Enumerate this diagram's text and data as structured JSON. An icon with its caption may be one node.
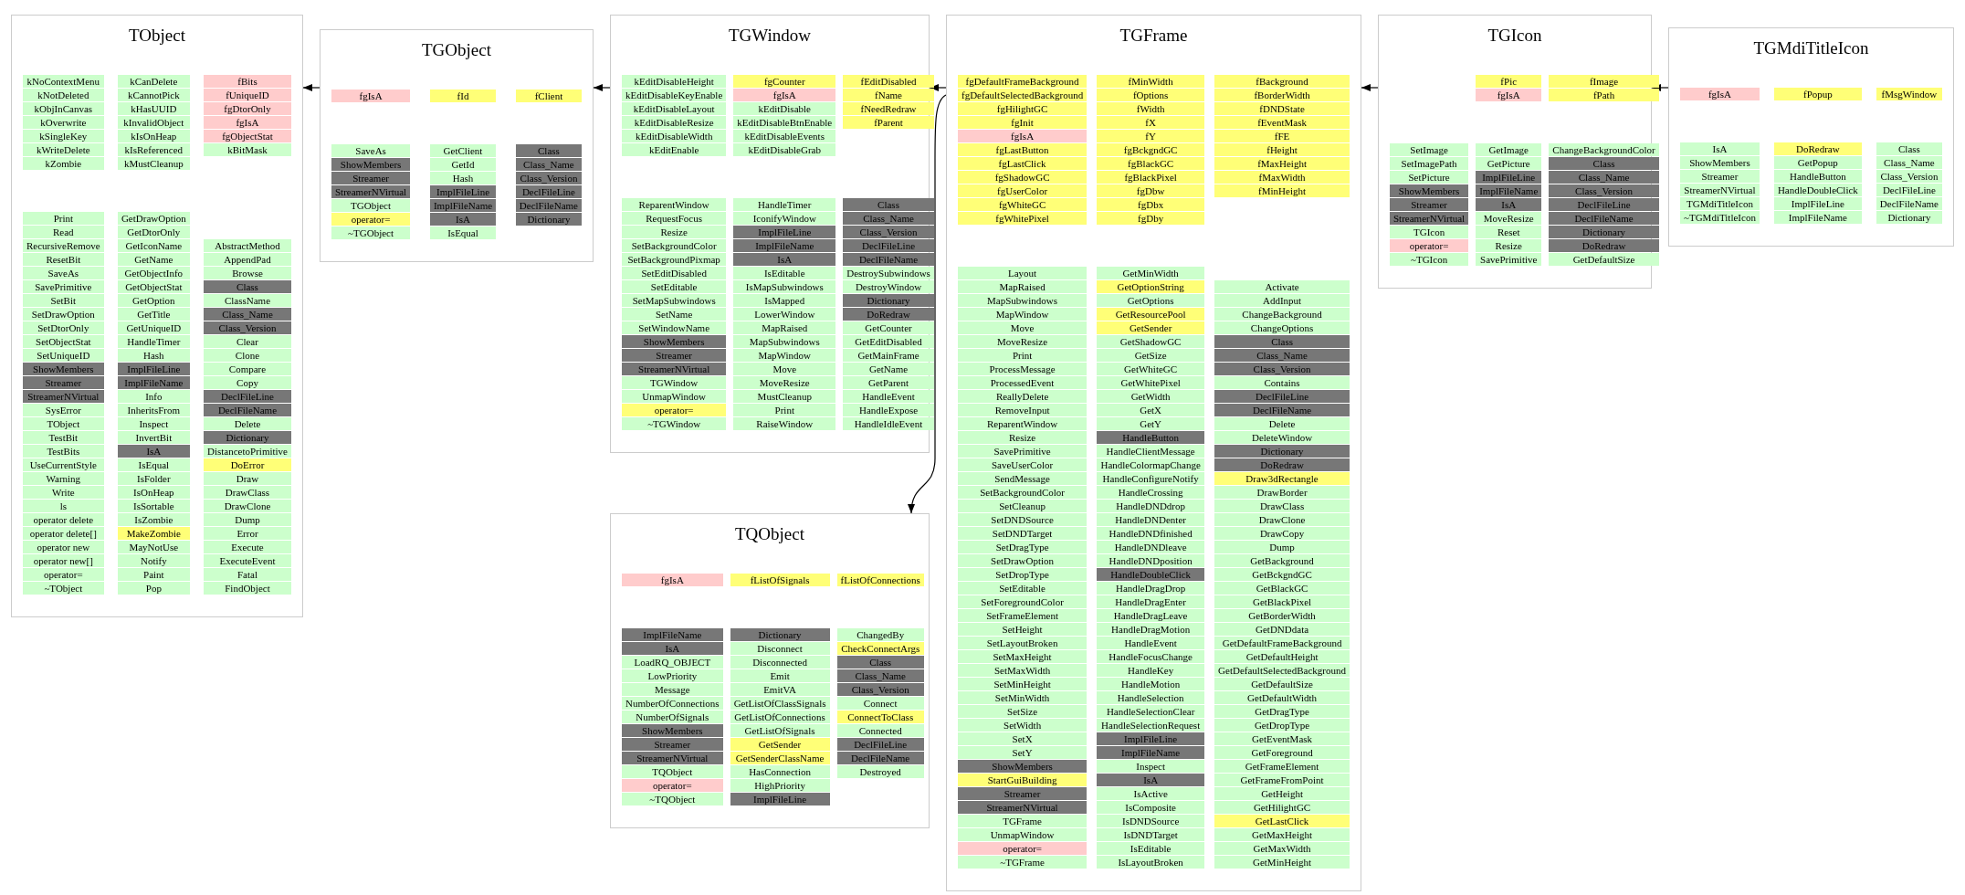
{
  "diagram": {
    "nodes": [
      {
        "text": [
          "TObject"
        ]
      },
      {
        "text": [
          "kNoContextMenu"
        ],
        "in": 0
      },
      {
        "text": [
          "kNotDeleted"
        ],
        "in": 0
      },
      {
        "text": [
          "kObjInCanvas"
        ],
        "in": 0
      },
      {
        "text": [
          "kOverwrite"
        ],
        "in": 0
      },
      {
        "text": [
          "kSingleKey"
        ],
        "in": 0
      },
      {
        "text": [
          "kWriteDelete"
        ],
        "in": 0
      },
      {
        "text": [
          "kZombie"
        ],
        "in": 0
      },
      {
        "text": [
          "kCanDelete"
        ],
        "in": 0
      },
      {
        "text": [
          "kCannotPick"
        ],
        "in": 0
      },
      {
        "text": [
          "kHasUUID"
        ],
        "in": 0
      },
      {
        "text": [
          "kInvalidObject"
        ],
        "in": 0
      },
      {
        "text": [
          "kIsOnHeap"
        ],
        "in": 0
      },
      {
        "text": [
          "kIsReferenced"
        ],
        "in": 0
      },
      {
        "text": [
          "kMustCleanup"
        ],
        "in": 0
      },
      {
        "text": [
          "fBits"
        ],
        "in": 0
      },
      {
        "text": [
          "fUniqueID"
        ],
        "in": 0
      },
      {
        "text": [
          "fgDtorOnly"
        ],
        "in": 0
      },
      {
        "text": [
          "fgIsA"
        ],
        "in": 0
      },
      {
        "text": [
          "fgObjectStat"
        ],
        "in": 0
      },
      {
        "text": [
          "kBitMask"
        ],
        "in": 0
      },
      {
        "text": [
          "Print"
        ],
        "in": 0
      },
      {
        "text": [
          "Read"
        ],
        "in": 0
      },
      {
        "text": [
          "RecursiveRemove"
        ],
        "in": 0
      },
      {
        "text": [
          "ResetBit"
        ],
        "in": 0
      },
      {
        "text": [
          "SaveAs"
        ],
        "in": 0
      },
      {
        "text": [
          "SavePrimitive"
        ],
        "in": 0
      },
      {
        "text": [
          "SetBit"
        ],
        "in": 0
      },
      {
        "text": [
          "SetDrawOption"
        ],
        "in": 0
      },
      {
        "text": [
          "SetDtorOnly"
        ],
        "in": 0
      },
      {
        "text": [
          "SetObjectStat"
        ],
        "in": 0
      },
      {
        "text": [
          "SetUniqueID"
        ],
        "in": 0
      },
      {
        "text": [
          "ShowMembers"
        ],
        "in": 0
      },
      {
        "text": [
          "Streamer"
        ],
        "in": 0
      },
      {
        "text": [
          "StreamerNVirtual"
        ],
        "in": 0
      },
      {
        "text": [
          "SysError"
        ],
        "in": 0
      },
      {
        "text": [
          "TObject"
        ],
        "in": 0
      },
      {
        "text": [
          "TestBit"
        ],
        "in": 0
      },
      {
        "text": [
          "TestBits"
        ],
        "in": 0
      },
      {
        "text": [
          "UseCurrentStyle"
        ],
        "in": 0
      },
      {
        "text": [
          "Warning"
        ],
        "in": 0
      },
      {
        "text": [
          "Write"
        ],
        "in": 0
      },
      {
        "text": [
          "ls"
        ],
        "in": 0
      },
      {
        "text": [
          "operator delete"
        ],
        "in": 0
      },
      {
        "text": [
          "operator delete[]"
        ],
        "in": 0
      },
      {
        "text": [
          "operator new"
        ],
        "in": 0
      },
      {
        "text": [
          "operator new[]"
        ],
        "in": 0
      },
      {
        "text": [
          "operator="
        ],
        "in": 0
      },
      {
        "text": [
          "~TObject"
        ],
        "in": 0
      },
      {
        "text": [
          "GetDrawOption"
        ],
        "in": 0
      },
      {
        "text": [
          "GetDtorOnly"
        ],
        "in": 0
      },
      {
        "text": [
          "GetIconName"
        ],
        "in": 0
      },
      {
        "text": [
          "GetName"
        ],
        "in": 0
      },
      {
        "text": [
          "GetObjectInfo"
        ],
        "in": 0
      },
      {
        "text": [
          "GetObjectStat"
        ],
        "in": 0
      },
      {
        "text": [
          "GetOption"
        ],
        "in": 0
      },
      {
        "text": [
          "GetTitle"
        ],
        "in": 0
      },
      {
        "text": [
          "GetUniqueID"
        ],
        "in": 0
      },
      {
        "text": [
          "HandleTimer"
        ],
        "in": 0
      },
      {
        "text": [
          "Hash"
        ],
        "in": 0
      },
      {
        "text": [
          "ImplFileLine"
        ],
        "in": 0
      },
      {
        "text": [
          "ImplFileName"
        ],
        "in": 0
      },
      {
        "text": [
          "Info"
        ],
        "in": 0
      },
      {
        "text": [
          "InheritsFrom"
        ],
        "in": 0
      },
      {
        "text": [
          "Inspect"
        ],
        "in": 0
      },
      {
        "text": [
          "InvertBit"
        ],
        "in": 0
      },
      {
        "text": [
          "IsA"
        ],
        "in": 0
      },
      {
        "text": [
          "IsEqual"
        ],
        "in": 0
      },
      {
        "text": [
          "IsFolder"
        ],
        "in": 0
      },
      {
        "text": [
          "IsOnHeap"
        ],
        "in": 0
      },
      {
        "text": [
          "IsSortable"
        ],
        "in": 0
      },
      {
        "text": [
          "IsZombie"
        ],
        "in": 0
      },
      {
        "text": [
          "MakeZombie"
        ],
        "in": 0
      },
      {
        "text": [
          "MayNotUse"
        ],
        "in": 0
      },
      {
        "text": [
          "Notify"
        ],
        "in": 0
      },
      {
        "text": [
          "Paint"
        ],
        "in": 0
      },
      {
        "text": [
          "Pop"
        ],
        "in": 0
      },
      {
        "text": [
          "AbstractMethod"
        ],
        "in": 0
      },
      {
        "text": [
          "AppendPad"
        ],
        "in": 0
      },
      {
        "text": [
          "Browse"
        ],
        "in": 0
      },
      {
        "text": [
          "Class"
        ],
        "in": 0
      },
      {
        "text": [
          "ClassName"
        ],
        "in": 0
      },
      {
        "text": [
          "Class_Name"
        ],
        "in": 0
      },
      {
        "text": [
          "Class_Version"
        ],
        "in": 0
      },
      {
        "text": [
          "Clear"
        ],
        "in": 0
      },
      {
        "text": [
          "Clone"
        ],
        "in": 0
      },
      {
        "text": [
          "Compare"
        ],
        "in": 0
      },
      {
        "text": [
          "Copy"
        ],
        "in": 0
      },
      {
        "text": [
          "DeclFileLine"
        ],
        "in": 0
      },
      {
        "text": [
          "DeclFileName"
        ],
        "in": 0
      },
      {
        "text": [
          "Delete"
        ],
        "in": 0
      },
      {
        "text": [
          "Dictionary"
        ],
        "in": 0
      },
      {
        "text": [
          "DistancetoPrimitive"
        ],
        "in": 0
      },
      {
        "text": [
          "DoError"
        ],
        "in": 0
      },
      {
        "text": [
          "Draw"
        ],
        "in": 0
      },
      {
        "text": [
          "DrawClass"
        ],
        "in": 0
      },
      {
        "text": [
          "DrawClone"
        ],
        "in": 0
      },
      {
        "text": [
          "Dump"
        ],
        "in": 0
      },
      {
        "text": [
          "Error"
        ],
        "in": 0
      },
      {
        "text": [
          "Execute"
        ],
        "in": 0
      },
      {
        "text": [
          "ExecuteEvent"
        ],
        "in": 0
      },
      {
        "text": [
          "Fatal"
        ],
        "in": 0
      },
      {
        "text": [
          "FindObject"
        ],
        "in": 0
      },
      {
        "text": [
          "TGObject"
        ]
      },
      {
        "text": [
          "fgIsA"
        ],
        "in": 103
      },
      {
        "text": [
          "fId"
        ],
        "in": 103
      },
      {
        "text": [
          "fClient"
        ],
        "in": 103
      },
      {
        "text": [
          "SaveAs"
        ],
        "in": 103
      },
      {
        "text": [
          "ShowMembers"
        ],
        "in": 103
      },
      {
        "text": [
          "Streamer"
        ],
        "in": 103
      },
      {
        "text": [
          "StreamerNVirtual"
        ],
        "in": 103
      },
      {
        "text": [
          "TGObject"
        ],
        "in": 103
      },
      {
        "text": [
          "operator="
        ],
        "in": 103
      },
      {
        "text": [
          "~TGObject"
        ],
        "in": 103
      },
      {
        "text": [
          "GetClient"
        ],
        "in": 103
      },
      {
        "text": [
          "GetId"
        ],
        "in": 103
      },
      {
        "text": [
          "Hash"
        ],
        "in": 103
      },
      {
        "text": [
          "ImplFileLine"
        ],
        "in": 103
      },
      {
        "text": [
          "ImplFileName"
        ],
        "in": 103
      },
      {
        "text": [
          "IsA"
        ],
        "in": 103
      },
      {
        "text": [
          "IsEqual"
        ],
        "in": 103
      },
      {
        "text": [
          "Class"
        ],
        "in": 103
      },
      {
        "text": [
          "Class_Name"
        ],
        "in": 103
      },
      {
        "text": [
          "Class_Version"
        ],
        "in": 103
      },
      {
        "text": [
          "DeclFileLine"
        ],
        "in": 103
      },
      {
        "text": [
          "DeclFileName"
        ],
        "in": 103
      },
      {
        "text": [
          "Dictionary"
        ],
        "in": 103
      },
      {
        "text": [
          "TGWindow"
        ]
      },
      {
        "text": [
          "kEditDisableHeight"
        ],
        "in": 127
      },
      {
        "text": [
          "kEditDisableKeyEnable"
        ],
        "in": 127
      },
      {
        "text": [
          "kEditDisableLayout"
        ],
        "in": 127
      },
      {
        "text": [
          "kEditDisableResize"
        ],
        "in": 127
      },
      {
        "text": [
          "kEditDisableWidth"
        ],
        "in": 127
      },
      {
        "text": [
          "kEditEnable"
        ],
        "in": 127
      },
      {
        "text": [
          "fgCounter"
        ],
        "in": 127
      },
      {
        "text": [
          "fgIsA"
        ],
        "in": 127
      },
      {
        "text": [
          "kEditDisable"
        ],
        "in": 127
      },
      {
        "text": [
          "kEditDisableBtnEnable"
        ],
        "in": 127
      },
      {
        "text": [
          "kEditDisableEvents"
        ],
        "in": 127
      },
      {
        "text": [
          "kEditDisableGrab"
        ],
        "in": 127
      },
      {
        "text": [
          "fEditDisabled"
        ],
        "in": 127
      },
      {
        "text": [
          "fName"
        ],
        "in": 127
      },
      {
        "text": [
          "fNeedRedraw"
        ],
        "in": 127
      },
      {
        "text": [
          "fParent"
        ],
        "in": 127
      },
      {
        "text": [
          "ReparentWindow"
        ],
        "in": 127
      },
      {
        "text": [
          "RequestFocus"
        ],
        "in": 127
      },
      {
        "text": [
          "Resize"
        ],
        "in": 127
      },
      {
        "text": [
          "SetBackgroundColor"
        ],
        "in": 127
      },
      {
        "text": [
          "SetBackgroundPixmap"
        ],
        "in": 127
      },
      {
        "text": [
          "SetEditDisabled"
        ],
        "in": 127
      },
      {
        "text": [
          "SetEditable"
        ],
        "in": 127
      },
      {
        "text": [
          "SetMapSubwindows"
        ],
        "in": 127
      },
      {
        "text": [
          "SetName"
        ],
        "in": 127
      },
      {
        "text": [
          "SetWindowName"
        ],
        "in": 127
      },
      {
        "text": [
          "ShowMembers"
        ],
        "in": 127
      },
      {
        "text": [
          "Streamer"
        ],
        "in": 127
      },
      {
        "text": [
          "StreamerNVirtual"
        ],
        "in": 127
      },
      {
        "text": [
          "TGWindow"
        ],
        "in": 127
      },
      {
        "text": [
          "UnmapWindow"
        ],
        "in": 127
      },
      {
        "text": [
          "operator="
        ],
        "in": 127
      },
      {
        "text": [
          "~TGWindow"
        ],
        "in": 127
      },
      {
        "text": [
          "HandleTimer"
        ],
        "in": 127
      },
      {
        "text": [
          "IconifyWindow"
        ],
        "in": 127
      },
      {
        "text": [
          "ImplFileLine"
        ],
        "in": 127
      },
      {
        "text": [
          "ImplFileName"
        ],
        "in": 127
      },
      {
        "text": [
          "IsA"
        ],
        "in": 127
      },
      {
        "text": [
          "IsEditable"
        ],
        "in": 127
      },
      {
        "text": [
          "IsMapSubwindows"
        ],
        "in": 127
      },
      {
        "text": [
          "IsMapped"
        ],
        "in": 127
      },
      {
        "text": [
          "LowerWindow"
        ],
        "in": 127
      },
      {
        "text": [
          "MapRaised"
        ],
        "in": 127
      },
      {
        "text": [
          "MapSubwindows"
        ],
        "in": 127
      },
      {
        "text": [
          "MapWindow"
        ],
        "in": 127
      },
      {
        "text": [
          "Move"
        ],
        "in": 127
      },
      {
        "text": [
          "MoveResize"
        ],
        "in": 127
      },
      {
        "text": [
          "MustCleanup"
        ],
        "in": 127
      },
      {
        "text": [
          "Print"
        ],
        "in": 127
      },
      {
        "text": [
          "RaiseWindow"
        ],
        "in": 127
      },
      {
        "text": [
          "Class"
        ],
        "in": 127
      },
      {
        "text": [
          "Class_Name"
        ],
        "in": 127
      },
      {
        "text": [
          "Class_Version"
        ],
        "in": 127
      },
      {
        "text": [
          "DeclFileLine"
        ],
        "in": 127
      },
      {
        "text": [
          "DeclFileName"
        ],
        "in": 127
      },
      {
        "text": [
          "DestroySubwindows"
        ],
        "in": 127
      },
      {
        "text": [
          "DestroyWindow"
        ],
        "in": 127
      },
      {
        "text": [
          "Dictionary"
        ],
        "in": 127
      },
      {
        "text": [
          "DoRedraw"
        ],
        "in": 127
      },
      {
        "text": [
          "GetCounter"
        ],
        "in": 127
      },
      {
        "text": [
          "GetEditDisabled"
        ],
        "in": 127
      },
      {
        "text": [
          "GetMainFrame"
        ],
        "in": 127
      },
      {
        "text": [
          "GetName"
        ],
        "in": 127
      },
      {
        "text": [
          "GetParent"
        ],
        "in": 127
      },
      {
        "text": [
          "HandleEvent"
        ],
        "in": 127
      },
      {
        "text": [
          "HandleExpose"
        ],
        "in": 127
      },
      {
        "text": [
          "HandleIdleEvent"
        ],
        "in": 127
      },
      {
        "text": [
          "TQObject"
        ]
      },
      {
        "text": [
          "fgIsA"
        ],
        "in": 195
      },
      {
        "text": [
          "fListOfSignals"
        ],
        "in": 195
      },
      {
        "text": [
          "fListOfConnections"
        ],
        "in": 195
      },
      {
        "text": [
          "ImplFileName"
        ],
        "in": 195
      },
      {
        "text": [
          "IsA"
        ],
        "in": 195
      },
      {
        "text": [
          "LoadRQ_OBJECT"
        ],
        "in": 195
      },
      {
        "text": [
          "LowPriority"
        ],
        "in": 195
      },
      {
        "text": [
          "Message"
        ],
        "in": 195
      },
      {
        "text": [
          "NumberOfConnections"
        ],
        "in": 195
      },
      {
        "text": [
          "NumberOfSignals"
        ],
        "in": 195
      },
      {
        "text": [
          "ShowMembers"
        ],
        "in": 195
      },
      {
        "text": [
          "Streamer"
        ],
        "in": 195
      },
      {
        "text": [
          "StreamerNVirtual"
        ],
        "in": 195
      },
      {
        "text": [
          "TQObject"
        ],
        "in": 195
      },
      {
        "text": [
          "operator="
        ],
        "in": 195
      },
      {
        "text": [
          "~TQObject"
        ],
        "in": 195
      },
      {
        "text": [
          "Dictionary"
        ],
        "in": 195
      },
      {
        "text": [
          "Disconnect"
        ],
        "in": 195
      },
      {
        "text": [
          "Disconnected"
        ],
        "in": 195
      },
      {
        "text": [
          "Emit"
        ],
        "in": 195
      },
      {
        "text": [
          "EmitVA"
        ],
        "in": 195
      },
      {
        "text": [
          "GetListOfClassSignals"
        ],
        "in": 195
      },
      {
        "text": [
          "GetListOfConnections"
        ],
        "in": 195
      },
      {
        "text": [
          "GetListOfSignals"
        ],
        "in": 195
      },
      {
        "text": [
          "GetSender"
        ],
        "in": 195
      },
      {
        "text": [
          "GetSenderClassName"
        ],
        "in": 195
      },
      {
        "text": [
          "HasConnection"
        ],
        "in": 195
      },
      {
        "text": [
          "HighPriority"
        ],
        "in": 195
      },
      {
        "text": [
          "ImplFileLine"
        ],
        "in": 195
      },
      {
        "text": [
          "ChangedBy"
        ],
        "in": 195
      },
      {
        "text": [
          "CheckConnectArgs"
        ],
        "in": 195
      },
      {
        "text": [
          "Class"
        ],
        "in": 195
      },
      {
        "text": [
          "Class_Name"
        ],
        "in": 195
      },
      {
        "text": [
          "Class_Version"
        ],
        "in": 195
      },
      {
        "text": [
          "Connect"
        ],
        "in": 195
      },
      {
        "text": [
          "ConnectToClass"
        ],
        "in": 195
      },
      {
        "text": [
          "Connected"
        ],
        "in": 195
      },
      {
        "text": [
          "DeclFileLine"
        ],
        "in": 195
      },
      {
        "text": [
          "DeclFileName"
        ],
        "in": 195
      },
      {
        "text": [
          "Destroyed"
        ],
        "in": 195
      },
      {
        "text": [
          "TGFrame"
        ]
      },
      {
        "text": [
          "fgDefaultFrameBackground"
        ],
        "in": 236
      },
      {
        "text": [
          "fgDefaultSelectedBackground"
        ],
        "in": 236
      },
      {
        "text": [
          "fgHilightGC"
        ],
        "in": 236
      },
      {
        "text": [
          "fgInit"
        ],
        "in": 236
      },
      {
        "text": [
          "fgIsA"
        ],
        "in": 236
      },
      {
        "text": [
          "fgLastButton"
        ],
        "in": 236
      },
      {
        "text": [
          "fgLastClick"
        ],
        "in": 236
      },
      {
        "text": [
          "fgShadowGC"
        ],
        "in": 236
      },
      {
        "text": [
          "fgUserColor"
        ],
        "in": 236
      },
      {
        "text": [
          "fgWhiteGC"
        ],
        "in": 236
      },
      {
        "text": [
          "fgWhitePixel"
        ],
        "in": 236
      },
      {
        "text": [
          "fMinWidth"
        ],
        "in": 236
      },
      {
        "text": [
          "fOptions"
        ],
        "in": 236
      },
      {
        "text": [
          "fWidth"
        ],
        "in": 236
      },
      {
        "text": [
          "fX"
        ],
        "in": 236
      },
      {
        "text": [
          "fY"
        ],
        "in": 236
      },
      {
        "text": [
          "fgBckgndGC"
        ],
        "in": 236
      },
      {
        "text": [
          "fgBlackGC"
        ],
        "in": 236
      },
      {
        "text": [
          "fgBlackPixel"
        ],
        "in": 236
      },
      {
        "text": [
          "fgDbw"
        ],
        "in": 236
      },
      {
        "text": [
          "fgDbx"
        ],
        "in": 236
      },
      {
        "text": [
          "fgDby"
        ],
        "in": 236
      },
      {
        "text": [
          "fBackground"
        ],
        "in": 236
      },
      {
        "text": [
          "fBorderWidth"
        ],
        "in": 236
      },
      {
        "text": [
          "fDNDState"
        ],
        "in": 236
      },
      {
        "text": [
          "fEventMask"
        ],
        "in": 236
      },
      {
        "text": [
          "fFE"
        ],
        "in": 236
      },
      {
        "text": [
          "fHeight"
        ],
        "in": 236
      },
      {
        "text": [
          "fMaxHeight"
        ],
        "in": 236
      },
      {
        "text": [
          "fMaxWidth"
        ],
        "in": 236
      },
      {
        "text": [
          "fMinHeight"
        ],
        "in": 236
      },
      {
        "text": [
          "Layout"
        ],
        "in": 236
      },
      {
        "text": [
          "MapRaised"
        ],
        "in": 236
      },
      {
        "text": [
          "MapSubwindows"
        ],
        "in": 236
      },
      {
        "text": [
          "MapWindow"
        ],
        "in": 236
      },
      {
        "text": [
          "Move"
        ],
        "in": 236
      },
      {
        "text": [
          "MoveResize"
        ],
        "in": 236
      },
      {
        "text": [
          "Print"
        ],
        "in": 236
      },
      {
        "text": [
          "ProcessMessage"
        ],
        "in": 236
      },
      {
        "text": [
          "ProcessedEvent"
        ],
        "in": 236
      },
      {
        "text": [
          "ReallyDelete"
        ],
        "in": 236
      },
      {
        "text": [
          "RemoveInput"
        ],
        "in": 236
      },
      {
        "text": [
          "ReparentWindow"
        ],
        "in": 236
      },
      {
        "text": [
          "Resize"
        ],
        "in": 236
      },
      {
        "text": [
          "SavePrimitive"
        ],
        "in": 236
      },
      {
        "text": [
          "SaveUserColor"
        ],
        "in": 236
      },
      {
        "text": [
          "SendMessage"
        ],
        "in": 236
      },
      {
        "text": [
          "SetBackgroundColor"
        ],
        "in": 236
      },
      {
        "text": [
          "SetCleanup"
        ],
        "in": 236
      },
      {
        "text": [
          "SetDNDSource"
        ],
        "in": 236
      },
      {
        "text": [
          "SetDNDTarget"
        ],
        "in": 236
      },
      {
        "text": [
          "SetDragType"
        ],
        "in": 236
      },
      {
        "text": [
          "SetDrawOption"
        ],
        "in": 236
      },
      {
        "text": [
          "SetDropType"
        ],
        "in": 236
      },
      {
        "text": [
          "SetEditable"
        ],
        "in": 236
      },
      {
        "text": [
          "SetForegroundColor"
        ],
        "in": 236
      },
      {
        "text": [
          "SetFrameElement"
        ],
        "in": 236
      },
      {
        "text": [
          "SetHeight"
        ],
        "in": 236
      },
      {
        "text": [
          "SetLayoutBroken"
        ],
        "in": 236
      },
      {
        "text": [
          "SetMaxHeight"
        ],
        "in": 236
      },
      {
        "text": [
          "SetMaxWidth"
        ],
        "in": 236
      },
      {
        "text": [
          "SetMinHeight"
        ],
        "in": 236
      },
      {
        "text": [
          "SetMinWidth"
        ],
        "in": 236
      },
      {
        "text": [
          "SetSize"
        ],
        "in": 236
      },
      {
        "text": [
          "SetWidth"
        ],
        "in": 236
      },
      {
        "text": [
          "SetX"
        ],
        "in": 236
      },
      {
        "text": [
          "SetY"
        ],
        "in": 236
      },
      {
        "text": [
          "ShowMembers"
        ],
        "in": 236
      },
      {
        "text": [
          "StartGuiBuilding"
        ],
        "in": 236
      },
      {
        "text": [
          "Streamer"
        ],
        "in": 236
      },
      {
        "text": [
          "StreamerNVirtual"
        ],
        "in": 236
      },
      {
        "text": [
          "TGFrame"
        ],
        "in": 236
      },
      {
        "text": [
          "UnmapWindow"
        ],
        "in": 236
      },
      {
        "text": [
          "operator="
        ],
        "in": 236
      },
      {
        "text": [
          "~TGFrame"
        ],
        "in": 236
      },
      {
        "text": [
          "GetMinWidth"
        ],
        "in": 236
      },
      {
        "text": [
          "GetOptionString"
        ],
        "in": 236
      },
      {
        "text": [
          "GetOptions"
        ],
        "in": 236
      },
      {
        "text": [
          "GetResourcePool"
        ],
        "in": 236
      },
      {
        "text": [
          "GetSender"
        ],
        "in": 236
      },
      {
        "text": [
          "GetShadowGC"
        ],
        "in": 236
      },
      {
        "text": [
          "GetSize"
        ],
        "in": 236
      },
      {
        "text": [
          "GetWhiteGC"
        ],
        "in": 236
      },
      {
        "text": [
          "GetWhitePixel"
        ],
        "in": 236
      },
      {
        "text": [
          "GetWidth"
        ],
        "in": 236
      },
      {
        "text": [
          "GetX"
        ],
        "in": 236
      },
      {
        "text": [
          "GetY"
        ],
        "in": 236
      },
      {
        "text": [
          "HandleButton"
        ],
        "in": 236
      },
      {
        "text": [
          "HandleClientMessage"
        ],
        "in": 236
      },
      {
        "text": [
          "HandleColormapChange"
        ],
        "in": 236
      },
      {
        "text": [
          "HandleConfigureNotify"
        ],
        "in": 236
      },
      {
        "text": [
          "HandleCrossing"
        ],
        "in": 236
      },
      {
        "text": [
          "HandleDNDdrop"
        ],
        "in": 236
      },
      {
        "text": [
          "HandleDNDenter"
        ],
        "in": 236
      },
      {
        "text": [
          "HandleDNDfinished"
        ],
        "in": 236
      },
      {
        "text": [
          "HandleDNDleave"
        ],
        "in": 236
      },
      {
        "text": [
          "HandleDNDposition"
        ],
        "in": 236
      },
      {
        "text": [
          "HandleDoubleClick"
        ],
        "in": 236
      },
      {
        "text": [
          "HandleDragDrop"
        ],
        "in": 236
      },
      {
        "text": [
          "HandleDragEnter"
        ],
        "in": 236
      },
      {
        "text": [
          "HandleDragLeave"
        ],
        "in": 236
      },
      {
        "text": [
          "HandleDragMotion"
        ],
        "in": 236
      },
      {
        "text": [
          "HandleEvent"
        ],
        "in": 236
      },
      {
        "text": [
          "HandleFocusChange"
        ],
        "in": 236
      },
      {
        "text": [
          "HandleKey"
        ],
        "in": 236
      },
      {
        "text": [
          "HandleMotion"
        ],
        "in": 236
      },
      {
        "text": [
          "HandleSelection"
        ],
        "in": 236
      },
      {
        "text": [
          "HandleSelectionClear"
        ],
        "in": 236
      },
      {
        "text": [
          "HandleSelectionRequest"
        ],
        "in": 236
      },
      {
        "text": [
          "ImplFileLine"
        ],
        "in": 236
      },
      {
        "text": [
          "ImplFileName"
        ],
        "in": 236
      },
      {
        "text": [
          "Inspect"
        ],
        "in": 236
      },
      {
        "text": [
          "IsA"
        ],
        "in": 236
      },
      {
        "text": [
          "IsActive"
        ],
        "in": 236
      },
      {
        "text": [
          "IsComposite"
        ],
        "in": 236
      },
      {
        "text": [
          "IsDNDSource"
        ],
        "in": 236
      },
      {
        "text": [
          "IsDNDTarget"
        ],
        "in": 236
      },
      {
        "text": [
          "IsEditable"
        ],
        "in": 236
      },
      {
        "text": [
          "IsLayoutBroken"
        ],
        "in": 236
      },
      {
        "text": [
          "Activate"
        ],
        "in": 236
      },
      {
        "text": [
          "AddInput"
        ],
        "in": 236
      },
      {
        "text": [
          "ChangeBackground"
        ],
        "in": 236
      },
      {
        "text": [
          "ChangeOptions"
        ],
        "in": 236
      },
      {
        "text": [
          "Class"
        ],
        "in": 236
      },
      {
        "text": [
          "Class_Name"
        ],
        "in": 236
      },
      {
        "text": [
          "Class_Version"
        ],
        "in": 236
      },
      {
        "text": [
          "Contains"
        ],
        "in": 236
      },
      {
        "text": [
          "DeclFileLine"
        ],
        "in": 236
      },
      {
        "text": [
          "DeclFileName"
        ],
        "in": 236
      },
      {
        "text": [
          "Delete"
        ],
        "in": 236
      },
      {
        "text": [
          "DeleteWindow"
        ],
        "in": 236
      },
      {
        "text": [
          "Dictionary"
        ],
        "in": 236
      },
      {
        "text": [
          "DoRedraw"
        ],
        "in": 236
      },
      {
        "text": [
          "Draw3dRectangle"
        ],
        "in": 236
      },
      {
        "text": [
          "DrawBorder"
        ],
        "in": 236
      },
      {
        "text": [
          "DrawClass"
        ],
        "in": 236
      },
      {
        "text": [
          "DrawClone"
        ],
        "in": 236
      },
      {
        "text": [
          "DrawCopy"
        ],
        "in": 236
      },
      {
        "text": [
          "Dump"
        ],
        "in": 236
      },
      {
        "text": [
          "GetBackground"
        ],
        "in": 236
      },
      {
        "text": [
          "GetBckgndGC"
        ],
        "in": 236
      },
      {
        "text": [
          "GetBlackGC"
        ],
        "in": 236
      },
      {
        "text": [
          "GetBlackPixel"
        ],
        "in": 236
      },
      {
        "text": [
          "GetBorderWidth"
        ],
        "in": 236
      },
      {
        "text": [
          "GetDNDdata"
        ],
        "in": 236
      },
      {
        "text": [
          "GetDefaultFrameBackground"
        ],
        "in": 236
      },
      {
        "text": [
          "GetDefaultHeight"
        ],
        "in": 236
      },
      {
        "text": [
          "GetDefaultSelectedBackground"
        ],
        "in": 236
      },
      {
        "text": [
          "GetDefaultSize"
        ],
        "in": 236
      },
      {
        "text": [
          "GetDefaultWidth"
        ],
        "in": 236
      },
      {
        "text": [
          "GetDragType"
        ],
        "in": 236
      },
      {
        "text": [
          "GetDropType"
        ],
        "in": 236
      },
      {
        "text": [
          "GetEventMask"
        ],
        "in": 236
      },
      {
        "text": [
          "GetForeground"
        ],
        "in": 236
      },
      {
        "text": [
          "GetFrameElement"
        ],
        "in": 236
      },
      {
        "text": [
          "GetFrameFromPoint"
        ],
        "in": 236
      },
      {
        "text": [
          "GetHeight"
        ],
        "in": 236
      },
      {
        "text": [
          "GetHilightGC"
        ],
        "in": 236
      },
      {
        "text": [
          "GetLastClick"
        ],
        "in": 236
      },
      {
        "text": [
          "GetMaxHeight"
        ],
        "in": 236
      },
      {
        "text": [
          "GetMaxWidth"
        ],
        "in": 236
      },
      {
        "text": [
          "GetMinHeight"
        ],
        "in": 236
      },
      {
        "text": [
          "TGIcon"
        ]
      },
      {
        "text": [
          "fPic"
        ],
        "in": 399
      },
      {
        "text": [
          "fgIsA"
        ],
        "in": 399
      },
      {
        "text": [
          "fImage"
        ],
        "in": 399
      },
      {
        "text": [
          "fPath"
        ],
        "in": 399
      },
      {
        "text": [
          "SetImage"
        ],
        "in": 399
      },
      {
        "text": [
          "SetImagePath"
        ],
        "in": 399
      },
      {
        "text": [
          "SetPicture"
        ],
        "in": 399
      },
      {
        "text": [
          "ShowMembers"
        ],
        "in": 399
      },
      {
        "text": [
          "Streamer"
        ],
        "in": 399
      },
      {
        "text": [
          "StreamerNVirtual"
        ],
        "in": 399
      },
      {
        "text": [
          "TGIcon"
        ],
        "in": 399
      },
      {
        "text": [
          "operator="
        ],
        "in": 399
      },
      {
        "text": [
          "~TGIcon"
        ],
        "in": 399
      },
      {
        "text": [
          "GetImage"
        ],
        "in": 399
      },
      {
        "text": [
          "GetPicture"
        ],
        "in": 399
      },
      {
        "text": [
          "ImplFileLine"
        ],
        "in": 399
      },
      {
        "text": [
          "ImplFileName"
        ],
        "in": 399
      },
      {
        "text": [
          "IsA"
        ],
        "in": 399
      },
      {
        "text": [
          "MoveResize"
        ],
        "in": 399
      },
      {
        "text": [
          "Reset"
        ],
        "in": 399
      },
      {
        "text": [
          "Resize"
        ],
        "in": 399
      },
      {
        "text": [
          "SavePrimitive"
        ],
        "in": 399
      },
      {
        "text": [
          "ChangeBackgroundColor"
        ],
        "in": 399
      },
      {
        "text": [
          "Class"
        ],
        "in": 399
      },
      {
        "text": [
          "Class_Name"
        ],
        "in": 399
      },
      {
        "text": [
          "Class_Version"
        ],
        "in": 399
      },
      {
        "text": [
          "DeclFileLine"
        ],
        "in": 399
      },
      {
        "text": [
          "DeclFileName"
        ],
        "in": 399
      },
      {
        "text": [
          "Dictionary"
        ],
        "in": 399
      },
      {
        "text": [
          "DoRedraw"
        ],
        "in": 399
      },
      {
        "text": [
          "GetDefaultSize"
        ],
        "in": 399
      },
      {
        "text": [
          "TGMdiTitleIcon"
        ]
      },
      {
        "text": [
          "fgIsA"
        ],
        "in": 431
      },
      {
        "text": [
          "fPopup"
        ],
        "in": 431
      },
      {
        "text": [
          "fMsgWindow"
        ],
        "in": 431
      },
      {
        "text": [
          "IsA"
        ],
        "in": 431
      },
      {
        "text": [
          "ShowMembers"
        ],
        "in": 431
      },
      {
        "text": [
          "Streamer"
        ],
        "in": 431
      },
      {
        "text": [
          "StreamerNVirtual"
        ],
        "in": 431
      },
      {
        "text": [
          "TGMdiTitleIcon"
        ],
        "in": 431
      },
      {
        "text": [
          "~TGMdiTitleIcon"
        ],
        "in": 431
      },
      {
        "text": [
          "DoRedraw"
        ],
        "in": 431
      },
      {
        "text": [
          "GetPopup"
        ],
        "in": 431
      },
      {
        "text": [
          "HandleButton"
        ],
        "in": 431
      },
      {
        "text": [
          "HandleDoubleClick"
        ],
        "in": 431
      },
      {
        "text": [
          "ImplFileLine"
        ],
        "in": 431
      },
      {
        "text": [
          "ImplFileName"
        ],
        "in": 431
      },
      {
        "text": [
          "Class"
        ],
        "in": 431
      },
      {
        "text": [
          "Class_Name"
        ],
        "in": 431
      },
      {
        "text": [
          "Class_Version"
        ],
        "in": 431
      },
      {
        "text": [
          "DeclFileLine"
        ],
        "in": 431
      },
      {
        "text": [
          "DeclFileName"
        ],
        "in": 431
      },
      {
        "text": [
          "Dictionary"
        ],
        "in": 431
      }
    ],
    "edges": [
      {
        "from": 103,
        "to": 0,
        "arrow": "to"
      },
      {
        "from": 127,
        "to": 103,
        "arrow": "to"
      },
      {
        "from": 236,
        "to": 127,
        "arrow": "to"
      },
      {
        "from": 236,
        "to": 195,
        "arrow": "to"
      },
      {
        "from": 399,
        "to": 236,
        "arrow": "to"
      },
      {
        "from": 431,
        "to": 399,
        "arrow": "to"
      }
    ]
  }
}
